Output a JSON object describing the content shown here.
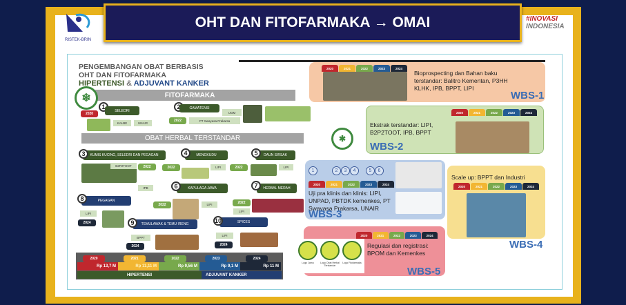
{
  "title": "OHT DAN FITOFARMAKA → OMAI",
  "logo_left": "RISTEK-BRIN",
  "logo_right": {
    "hash": "#INOVASI",
    "sub": "INDONESIA"
  },
  "heading": {
    "line1": "PENGEMBANGAN OBAT BERBASIS",
    "line2": "OHT DAN FITOFARMAKA",
    "line3a": "HIPERTENSI",
    "amp": "&",
    "line3b": "ADJUVANT KANKER"
  },
  "fitofarmaka": {
    "label": "FITOFARMAKA",
    "items": [
      {
        "num": "1",
        "name": "SELEDRI",
        "year": "2020",
        "partners": [
          "KALBE",
          "UNAIR"
        ]
      },
      {
        "num": "2",
        "name": "GAMATENSI",
        "year": "2022",
        "partners": [
          "UGM",
          "PT Swayasa Prakarsa"
        ]
      }
    ]
  },
  "oht": {
    "label": "OBAT HERBAL TERSTANDAR",
    "items": [
      {
        "num": "3",
        "name": "KUMIS KUCING, SELEDRI DAN PEGAGAN",
        "year": "2022",
        "partners": [
          "B2P2TOOT",
          "IPB"
        ]
      },
      {
        "num": "4",
        "name": "MENGKUDU",
        "year": "2022",
        "partners": [
          "LIPI"
        ]
      },
      {
        "num": "5",
        "name": "DAUN SIRSAK",
        "year": "2022",
        "partners": [
          "LIPI"
        ]
      },
      {
        "num": "6",
        "name": "KAPULAGA JAWA",
        "year": "2022",
        "partners": [
          "LIPI"
        ]
      },
      {
        "num": "7",
        "name": "HERBAL MERAH",
        "year": "2022",
        "partners": [
          "LIPI"
        ]
      },
      {
        "num": "8",
        "name": "PEGAGAN",
        "year": "2024",
        "partners": [
          "LIPI"
        ]
      },
      {
        "num": "9",
        "name": "TEMULAWAK & TEMU IRENG",
        "year": "2024",
        "partners": [
          "BPPT"
        ]
      },
      {
        "num": "10",
        "name": "SPICES",
        "year": "2024",
        "partners": [
          "LIPI"
        ]
      }
    ]
  },
  "budget": {
    "years": [
      "2020",
      "2021",
      "2022",
      "2023",
      "2024"
    ],
    "amounts": [
      "Rp 13,7 M",
      "Rp 11,11 M",
      "Rp 9,56 M",
      "Rp 9,1 M",
      "Rp 11 M"
    ],
    "labels": [
      "HIPERTENSI",
      "ADJUVANT KANKER"
    ]
  },
  "year_colors": [
    "#c0272d",
    "#f2b632",
    "#78a94c",
    "#245b94",
    "#1e2838"
  ],
  "years": [
    "2020",
    "2021",
    "2022",
    "2023",
    "2024"
  ],
  "wbs": [
    {
      "label": "WBS-1",
      "text": "Bioprospecting dan Bahan baku terstandar: Balitro Kementan, P3HH KLHK, IPB, BPPT, LIPI"
    },
    {
      "label": "WBS-2",
      "text": "Ekstrak terstandar: LIPI, B2P2TOOT, IPB, BPPT"
    },
    {
      "label": "WBS-3",
      "text": "Uji pra klinis dan klinis: LIPI, UNPAD, PBTDK kemenkes, PT Swayasa Prakarsa, UNAIR",
      "circles": [
        "1",
        "2",
        "3",
        "4",
        "5",
        "6"
      ]
    },
    {
      "label": "WBS-4",
      "text": "Scale up: BPPT dan Industri"
    },
    {
      "label": "WBS-5",
      "text": "Regulasi dan registrasi: BPOM dan Kemenkes",
      "logos": [
        "Logo Jamu",
        "Logo Obat Herbal Terstandar",
        "Logo Fitofarmaka"
      ]
    }
  ]
}
